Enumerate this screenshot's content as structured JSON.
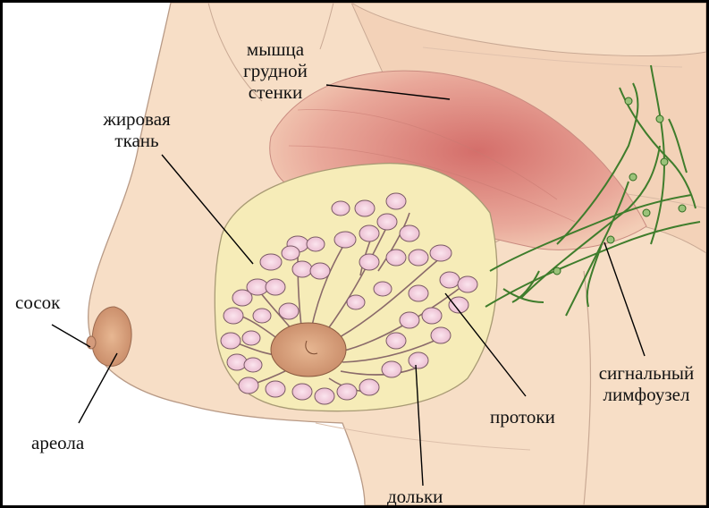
{
  "diagram": {
    "labels": {
      "muscle": [
        "мышца",
        "грудной",
        "стенки"
      ],
      "fat": [
        "жировая",
        "ткань"
      ],
      "nipple": "сосок",
      "areola": "ареола",
      "ducts": "протоки",
      "lobules": "дольки",
      "node": [
        "сигнальный",
        "лимфоузел"
      ]
    },
    "colors": {
      "skin": "#f6dcc2",
      "skin_outline": "#b89a86",
      "muscle": "#d98078",
      "fat": "#f5eab4",
      "areola": "#d9a07c",
      "lobule": "#f4d0df",
      "lymph": "#3f7d2c",
      "leader": "#000000"
    }
  }
}
